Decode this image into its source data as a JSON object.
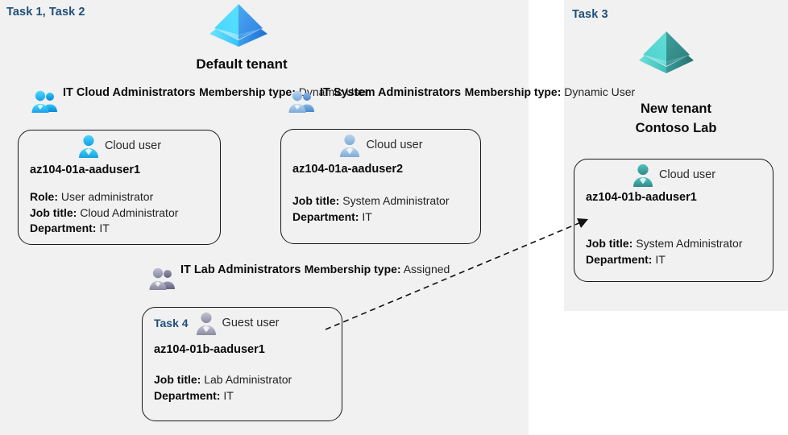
{
  "panels": {
    "left": {
      "task_label": "Task 1, Task 2"
    },
    "right": {
      "task_label": "Task 3"
    }
  },
  "tenants": {
    "default": {
      "title": "Default tenant",
      "icon": "azure-ad-tenant-icon",
      "color": "#32b5f0"
    },
    "new": {
      "title_line1": "New  tenant",
      "title_line2": "Contoso Lab",
      "icon": "azure-ad-tenant-icon",
      "color": "#46b5ad"
    }
  },
  "groups": [
    {
      "id": "it-cloud-administrators",
      "name": "IT Cloud Administrators",
      "membership_label": "Membership type:",
      "membership_value": "Dynamic User",
      "icon": "group-users-icon",
      "icon_color": "#1cb0ef"
    },
    {
      "id": "it-system-administrators",
      "name": "IT System Administrators",
      "membership_label": "Membership type:",
      "membership_value": "Dynamic User",
      "icon": "group-users-icon",
      "icon_color": "#7fa8d8"
    },
    {
      "id": "it-lab-administrators",
      "name": "IT Lab Administrators",
      "membership_label": "Membership type:",
      "membership_value": "Assigned",
      "icon": "group-users-icon",
      "icon_color": "#8f8fa8"
    }
  ],
  "cards": {
    "aaduser1": {
      "user_type": "Cloud user",
      "icon": "cloud-user-icon",
      "icon_color": "#29b6f0",
      "upn": "az104-01a-aaduser1",
      "attrs": [
        {
          "label": "Role:",
          "value": "User administrator"
        },
        {
          "label": "Job title:",
          "value": "Cloud Administrator"
        },
        {
          "label": "Department:",
          "value": "IT"
        }
      ]
    },
    "aaduser2": {
      "user_type": "Cloud user",
      "icon": "cloud-user-icon",
      "icon_color": "#9fc0e0",
      "upn": "az104-01a-aaduser2",
      "attrs": [
        {
          "label": "Job title:",
          "value": "System Administrator"
        },
        {
          "label": "Department:",
          "value": "IT"
        }
      ]
    },
    "guest": {
      "task_label": "Task 4",
      "user_type": "Guest user",
      "icon": "guest-user-icon",
      "icon_color": "#a3a3b4",
      "upn": "az104-01b-aaduser1",
      "attrs": [
        {
          "label": "Job title:",
          "value": "Lab Administrator"
        },
        {
          "label": "Department:",
          "value": "IT"
        }
      ]
    },
    "blabuser": {
      "user_type": "Cloud user",
      "icon": "cloud-user-icon",
      "icon_color": "#3aa8a2",
      "upn": "az104-01b-aaduser1",
      "attrs": [
        {
          "label": "Job title:",
          "value": "System Administrator"
        },
        {
          "label": "Department:",
          "value": "IT"
        }
      ]
    }
  },
  "connector": {
    "name": "guest-to-cloud-user-arrow",
    "style": "dashed",
    "color": "#111111"
  },
  "palette": {
    "panel_bg": "#f1f1f1",
    "page_bg": "#ffffff",
    "task_blue": "#1f4e79",
    "border": "#1a1a1a"
  }
}
